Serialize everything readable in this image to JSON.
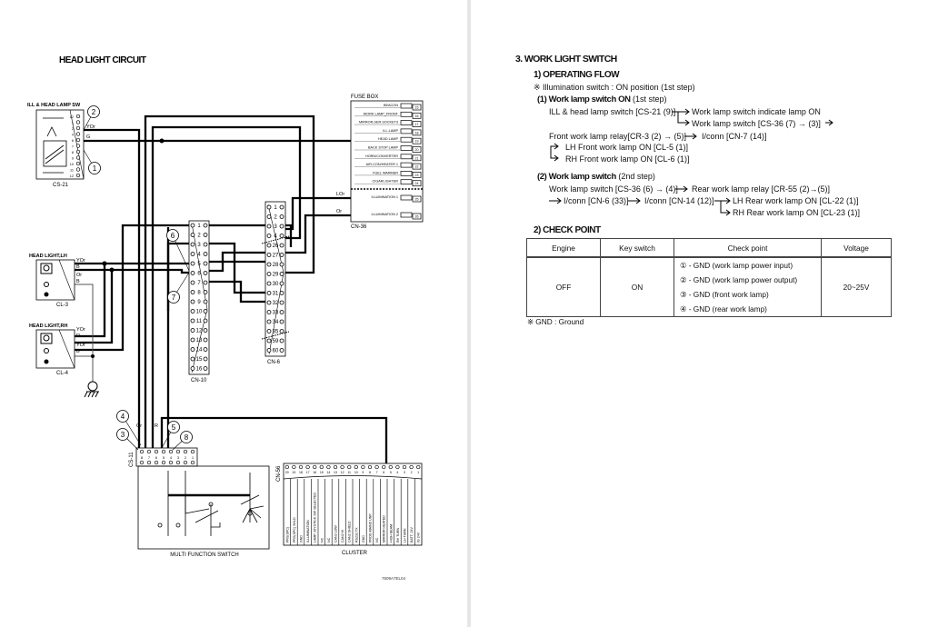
{
  "left_page": {
    "title": "HEAD LIGHT CIRCUIT",
    "drawing_code": "7609A7EL04",
    "components": {
      "ill_head_switch": {
        "label": "ILL & HEAD LAMP SW",
        "connector": "CS-21",
        "pins": [
          "12",
          "1",
          "2",
          "4",
          "6",
          "7",
          "8",
          "9",
          "10",
          "11",
          "12"
        ]
      },
      "fuse_box": {
        "label": "FUSE BOX",
        "connector": "CN-36",
        "fuses": [
          "BEACON",
          "WORK LAMP_FRONT",
          "MIRROR,SER.SOCKET3",
          "ILL.LAMP",
          "HEAD LAMP",
          "BACK STOP LAMP",
          "HORN/CONVERTER",
          "AIR-CON/HEATER 1",
          "FUEL WARMER",
          "CIGARLIGHTER"
        ],
        "fuse_numbers": [
          "15",
          "16",
          "17",
          "18",
          "19",
          "20",
          "21",
          "22",
          "23",
          "24"
        ],
        "illumination": [
          "ILLUMINATION 1",
          "ILLUMINATION 2"
        ],
        "illumination_numbers": [
          "25",
          "26"
        ]
      },
      "head_light_lh": {
        "label": "HEAD LIGHT,LH",
        "connector": "CL-3"
      },
      "head_light_rh": {
        "label": "HEAD LIGHT,RH",
        "connector": "CL-4"
      },
      "cn10": {
        "label": "CN-10",
        "pins": [
          "1",
          "2",
          "3",
          "4",
          "5",
          "6",
          "7",
          "8",
          "9",
          "10",
          "11",
          "12",
          "13",
          "14",
          "15",
          "16"
        ]
      },
      "cn6": {
        "label": "CN-6",
        "pins": [
          "1",
          "2",
          "3",
          "4",
          "26",
          "27",
          "28",
          "29",
          "30",
          "31",
          "32",
          "33",
          "34",
          "35",
          "59",
          "60"
        ]
      },
      "multi_function_switch": {
        "label": "MULTI FUNCTION SWITCH",
        "connector": "CS-11",
        "pins": [
          "8",
          "7",
          "6",
          "5",
          "4",
          "3",
          "2",
          "1"
        ]
      },
      "cluster": {
        "label": "CLUSTER",
        "connector": "CN-56",
        "pins": [
          "20",
          "19",
          "18",
          "17",
          "16",
          "15",
          "14",
          "13",
          "12",
          "11",
          "10",
          "9",
          "8",
          "7",
          "6",
          "5",
          "4",
          "3",
          "2",
          "1"
        ],
        "signals": [
          "PRS(SPC)",
          "PRS(SPC) SHLD",
          "GND",
          "ILLUMINATION",
          "LAMP JOYSTICK SW SELECTED",
          "NC",
          "NC",
          "CAN2 LOW",
          "CAN2 HI",
          "CAN2 SHIELD",
          "RS232 TX",
          "GND",
          "PROG MAIND UNP",
          "NC",
          "MIRROR HEATED",
          "HIGH BEAM",
          "RH TURN",
          "LH TURN",
          "BATT. 24V",
          "IG 24V"
        ]
      }
    },
    "wire_colors": [
      "YOr",
      "G",
      "LOr",
      "Or",
      "YOr",
      "B",
      "Or",
      "B",
      "YOr",
      "R",
      "YOr",
      "B",
      "Or",
      "R"
    ],
    "callouts": [
      "1",
      "2",
      "3",
      "4",
      "5",
      "6",
      "7",
      "8"
    ]
  },
  "right_page": {
    "section_title": "3. WORK LIGHT SWITCH",
    "flow_title": "1) OPERATING FLOW",
    "note": "※ Illumination switch : ON position (1st step)",
    "step1": {
      "title": "(1) Work lamp switch ON",
      "title_suffix": " (1st step)",
      "line1": "ILL & head lamp switch [CS-21 (9)]",
      "branch1a": "Work lamp switch indicate lamp ON",
      "branch1b": "Work lamp switch [CS-36 (7) → (3)]",
      "line2a": "Front work lamp relay[CR-3 (2) → (5)]",
      "line2b": "I/conn [CN-7 (14)]",
      "branch2a": "LH Front work lamp ON [CL-5 (1)]",
      "branch2b": "RH Front work lamp ON [CL-6 (1)]"
    },
    "step2": {
      "title": "(2) Work lamp switch",
      "title_suffix": " (2nd step)",
      "line1a": "Work lamp switch [CS-36 (6) → (4)]",
      "line1b": "Rear work lamp relay [CR-55 (2)→(5)]",
      "line2a": "I/conn [CN-6 (33)]",
      "line2b": "I/conn [CN-14 (12)]",
      "branch_a": "LH Rear work lamp ON [CL-22 (1)]",
      "branch_b": "RH Rear work lamp ON [CL-23 (1)]"
    },
    "check_title": "2) CHECK POINT",
    "table": {
      "headers": [
        "Engine",
        "Key switch",
        "Check point",
        "Voltage"
      ],
      "engine": "OFF",
      "key_switch": "ON",
      "points": [
        "① - GND (work lamp power input)",
        "② - GND (work lamp power output)",
        "③ - GND (front work lamp)",
        "④ - GND (rear work lamp)"
      ],
      "voltage": "20~25V"
    },
    "footnote": "※ GND : Ground"
  }
}
